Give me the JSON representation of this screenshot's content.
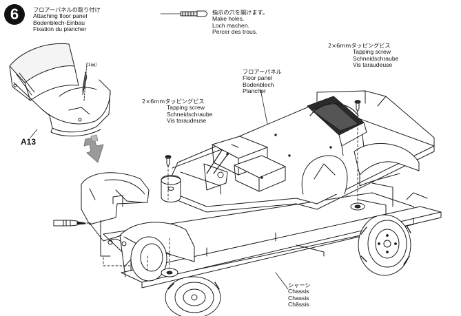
{
  "step": {
    "number": "6",
    "title_jp": "フロアーパネルの取り付け",
    "title_en": "Attaching floor panel",
    "title_de": "Bodenblech-Einbau",
    "title_fr": "Fixation du plancher"
  },
  "drill_instruction": {
    "jp": "指示の穴を開けます。",
    "en": "Make holes.",
    "de": "Loch machen.",
    "fr": "Percer des trous."
  },
  "hole_size": "（1㎜）",
  "part_code": "A13",
  "screw_right": {
    "jp": "2×6mmタッピングビス",
    "en": "Tapping screw",
    "de": "Schneidschraube",
    "fr": "Vis taraudeuse"
  },
  "screw_left": {
    "jp": "2×6mmタッピングビス",
    "en": "Tapping screw",
    "de": "Schneidschraube",
    "fr": "Vis taraudeuse"
  },
  "floor_panel": {
    "jp": "フロアーパネル",
    "en": "Floor panel",
    "de": "Bodenblech",
    "fr": "Plancher"
  },
  "chassis": {
    "jp": "シャーシ",
    "en": "Chassis",
    "de": "Chassis",
    "fr": "Châssis"
  },
  "icons": [
    "drill-icon",
    "glue-tube-icon",
    "tapping-screw-icon",
    "assembly-arrow-icon"
  ]
}
